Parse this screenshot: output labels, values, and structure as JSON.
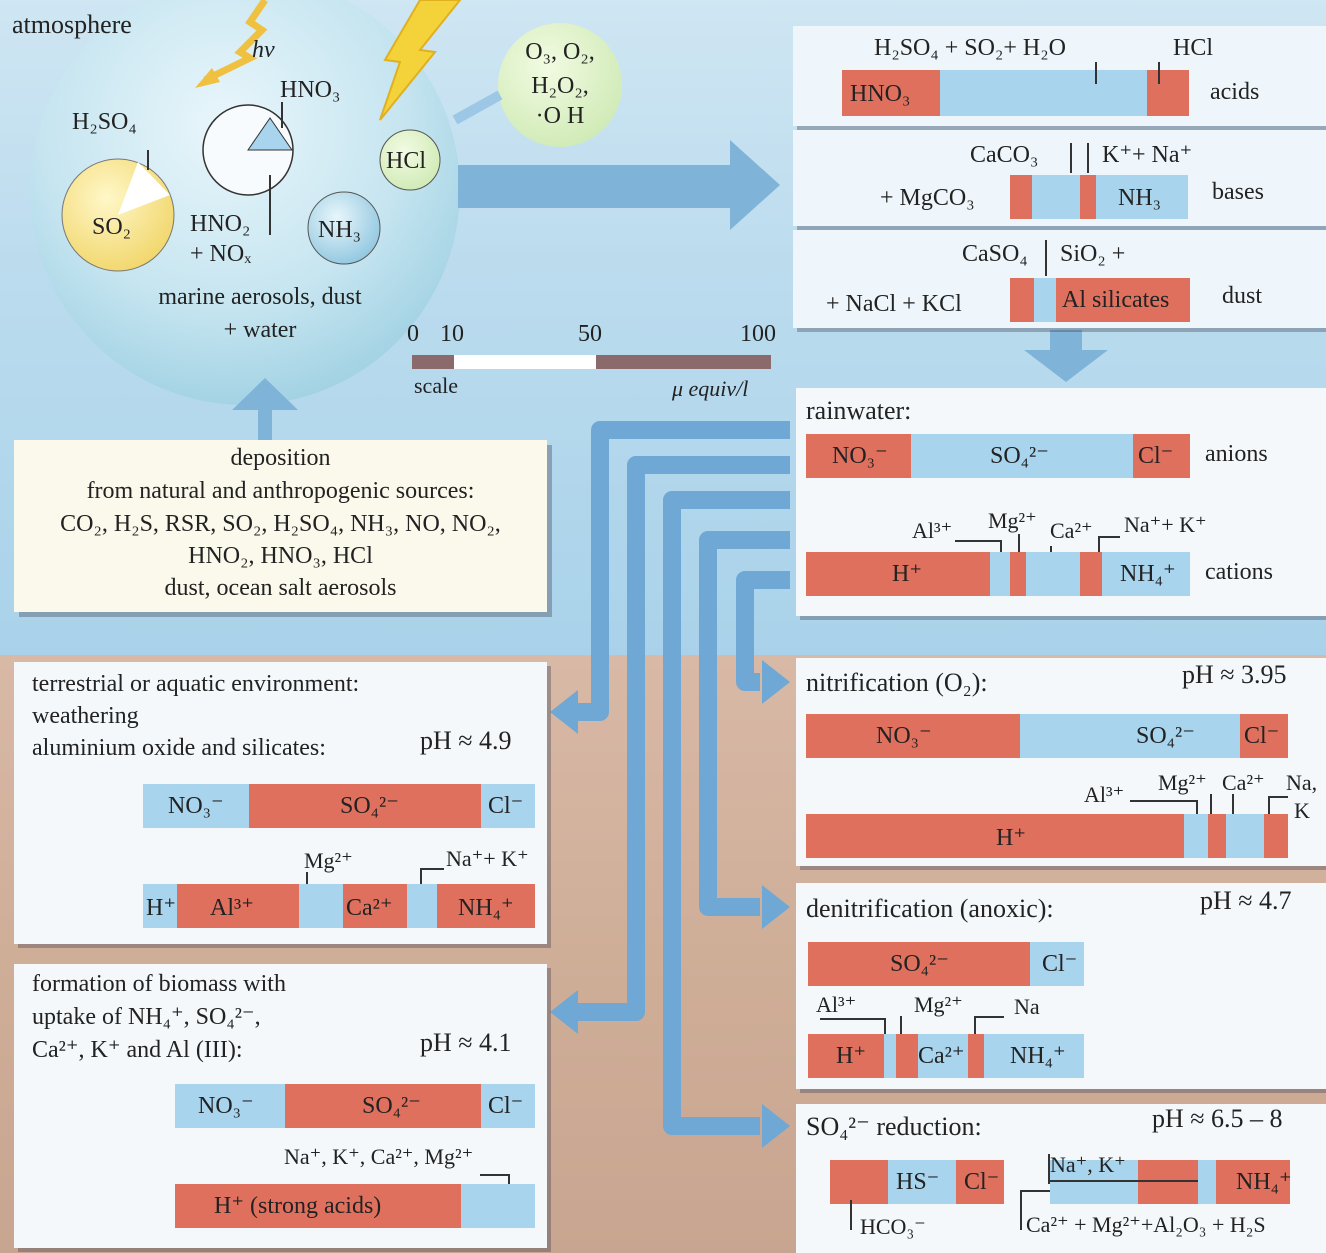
{
  "atmosphere": {
    "title": "atmosphere",
    "hv": "hv",
    "h2so4": "H₂SO₄",
    "so2": "SO₂",
    "hno3": "HNO₃",
    "hno2_nox": [
      "HNO₂",
      "+ NOₓ"
    ],
    "hcl": "HCl",
    "nh3": "NH₃",
    "oxidants": [
      "O₃, O₂,",
      "H₂O₂,",
      "·O H"
    ],
    "aerosols": [
      "marine aerosols, dust",
      "+ water"
    ]
  },
  "scale": {
    "ticks": [
      "0",
      "10",
      "50",
      "100"
    ],
    "label": "scale",
    "unit": "μ equiv/l"
  },
  "deposition": {
    "lines": [
      "deposition",
      "from natural and anthropogenic sources:",
      "CO₂, H₂S, RSR, SO₂, H₂SO₄, NH₃, NO, NO₂,",
      "HNO₂, HNO₃, HCl",
      "dust, ocean salt aerosols"
    ]
  },
  "sources": {
    "acids": {
      "top1": "H₂SO₄ + SO₂+ H₂O",
      "top2": "HCl",
      "bar": "HNO₃",
      "label": "acids"
    },
    "bases": {
      "top1": "CaCO₃",
      "top2": "K⁺+ Na⁺",
      "left": "+ MgCO₃",
      "bar": "NH₃",
      "label": "bases"
    },
    "dust": {
      "top1": "CaSO₄",
      "top2": "SiO₂ +",
      "left": "+ NaCl + KCl",
      "bar": "Al silicates",
      "label": "dust"
    }
  },
  "rainwater": {
    "title": "rainwater:",
    "anions": [
      "NO₃⁻",
      "SO₄²⁻",
      "Cl⁻"
    ],
    "anions_label": "anions",
    "cation_tags": [
      "Al³⁺",
      "Mg²⁺",
      "Ca²⁺",
      "Na⁺+ K⁺"
    ],
    "cations": [
      "H⁺",
      "NH₄⁺"
    ],
    "cations_label": "cations"
  },
  "nitrification": {
    "title": "nitrification (O₂):",
    "ph": "pH ≈ 3.95",
    "anions": [
      "NO₃⁻",
      "SO₄²⁻",
      "Cl⁻"
    ],
    "tags": [
      "Al³⁺",
      "Mg²⁺",
      "Ca²⁺",
      "Na,",
      "K"
    ],
    "h": "H⁺"
  },
  "denitrification": {
    "title": "denitrification (anoxic):",
    "ph": "pH ≈ 4.7",
    "anions": [
      "SO₄²⁻",
      "Cl⁻"
    ],
    "tags": [
      "Al³⁺",
      "Mg²⁺",
      "Na"
    ],
    "cations": [
      "H⁺",
      "Ca²⁺",
      "NH₄⁺"
    ]
  },
  "so4_reduction": {
    "title": "SO₄²⁻ reduction:",
    "ph": "pH ≈ 6.5 – 8",
    "bars": [
      "HS⁻",
      "Cl⁻",
      "NH₄⁺"
    ],
    "tags": [
      "Na⁺, K⁺"
    ],
    "bottom1": "HCO₃⁻",
    "bottom2": "Ca²⁺ + Mg²⁺+Al₂O₃ + H₂S"
  },
  "terrestrial": {
    "lines": [
      "terrestrial or aquatic environment:",
      "weathering",
      "aluminium oxide and silicates:"
    ],
    "ph": "pH ≈ 4.9",
    "anions": [
      "NO₃⁻",
      "SO₄²⁻",
      "Cl⁻"
    ],
    "tags": [
      "Mg²⁺",
      "Na⁺+ K⁺"
    ],
    "cations": [
      "H⁺",
      "Al³⁺",
      "Ca²⁺",
      "NH₄⁺"
    ]
  },
  "biomass": {
    "lines": [
      "formation of biomass with",
      "uptake of NH₄⁺, SO₄²⁻,",
      "Ca²⁺, K⁺ and Al (III):"
    ],
    "ph": "pH ≈ 4.1",
    "anions": [
      "NO₃⁻",
      "SO₄²⁻",
      "Cl⁻"
    ],
    "tags": "Na⁺, K⁺, Ca²⁺, Mg²⁺",
    "h": "H⁺ (strong acids)"
  }
}
